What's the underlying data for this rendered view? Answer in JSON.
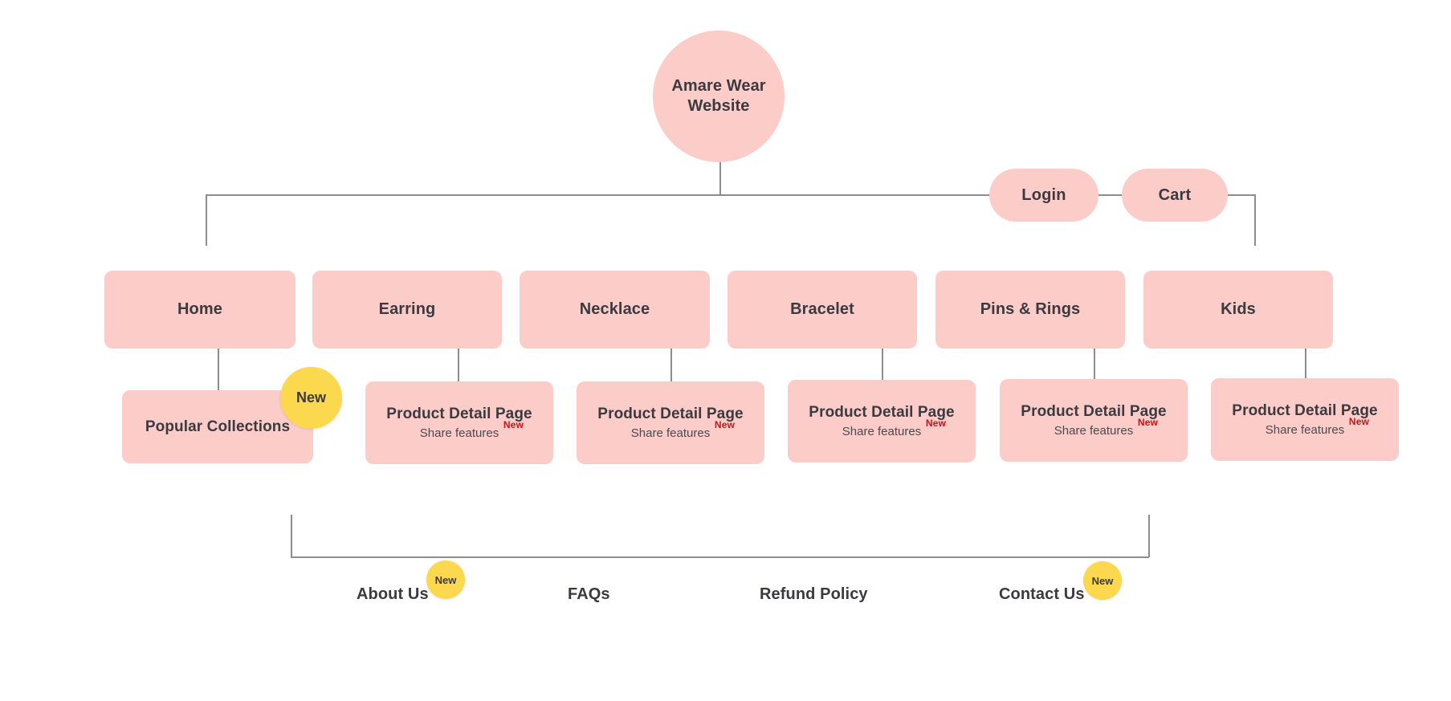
{
  "diagram": {
    "title": "Amare Wear Website Sitemap",
    "colors": {
      "node_pink": "#FCCCC9",
      "badge_yellow": "#FBD84E",
      "connector_gray": "#8D8D8D",
      "text_dark": "#3A3A40",
      "new_superscript_red": "#C0161A",
      "background": "#FFFFFF"
    }
  },
  "root": {
    "label": "Amare Wear\nWebsite",
    "line1": "Amare Wear",
    "line2": "Website"
  },
  "account_nodes": [
    {
      "label": "Login"
    },
    {
      "label": "Cart"
    }
  ],
  "categories": [
    {
      "label": "Home"
    },
    {
      "label": "Earring"
    },
    {
      "label": "Necklace"
    },
    {
      "label": "Bracelet"
    },
    {
      "label": "Pins & Rings"
    },
    {
      "label": "Kids"
    }
  ],
  "leaves": [
    {
      "title": "Popular Collections",
      "subtitle": "",
      "sup": "",
      "has_badge": true,
      "badge_label": "New"
    },
    {
      "title": "Product Detail Page",
      "subtitle": "Share features",
      "sup": "New",
      "has_badge": false,
      "badge_label": ""
    },
    {
      "title": "Product Detail Page",
      "subtitle": "Share features",
      "sup": "New",
      "has_badge": false,
      "badge_label": ""
    },
    {
      "title": "Product Detail Page",
      "subtitle": "Share features",
      "sup": "New",
      "has_badge": false,
      "badge_label": ""
    },
    {
      "title": "Product Detail Page",
      "subtitle": "Share features",
      "sup": "New",
      "has_badge": false,
      "badge_label": ""
    },
    {
      "title": "Product Detail Page",
      "subtitle": "Share features",
      "sup": "New",
      "has_badge": false,
      "badge_label": ""
    }
  ],
  "footer_links": [
    {
      "label": "About Us",
      "has_badge": true,
      "badge_label": "New"
    },
    {
      "label": "FAQs",
      "has_badge": false,
      "badge_label": ""
    },
    {
      "label": "Refund Policy",
      "has_badge": false,
      "badge_label": ""
    },
    {
      "label": "Contact Us",
      "has_badge": true,
      "badge_label": "New"
    }
  ]
}
